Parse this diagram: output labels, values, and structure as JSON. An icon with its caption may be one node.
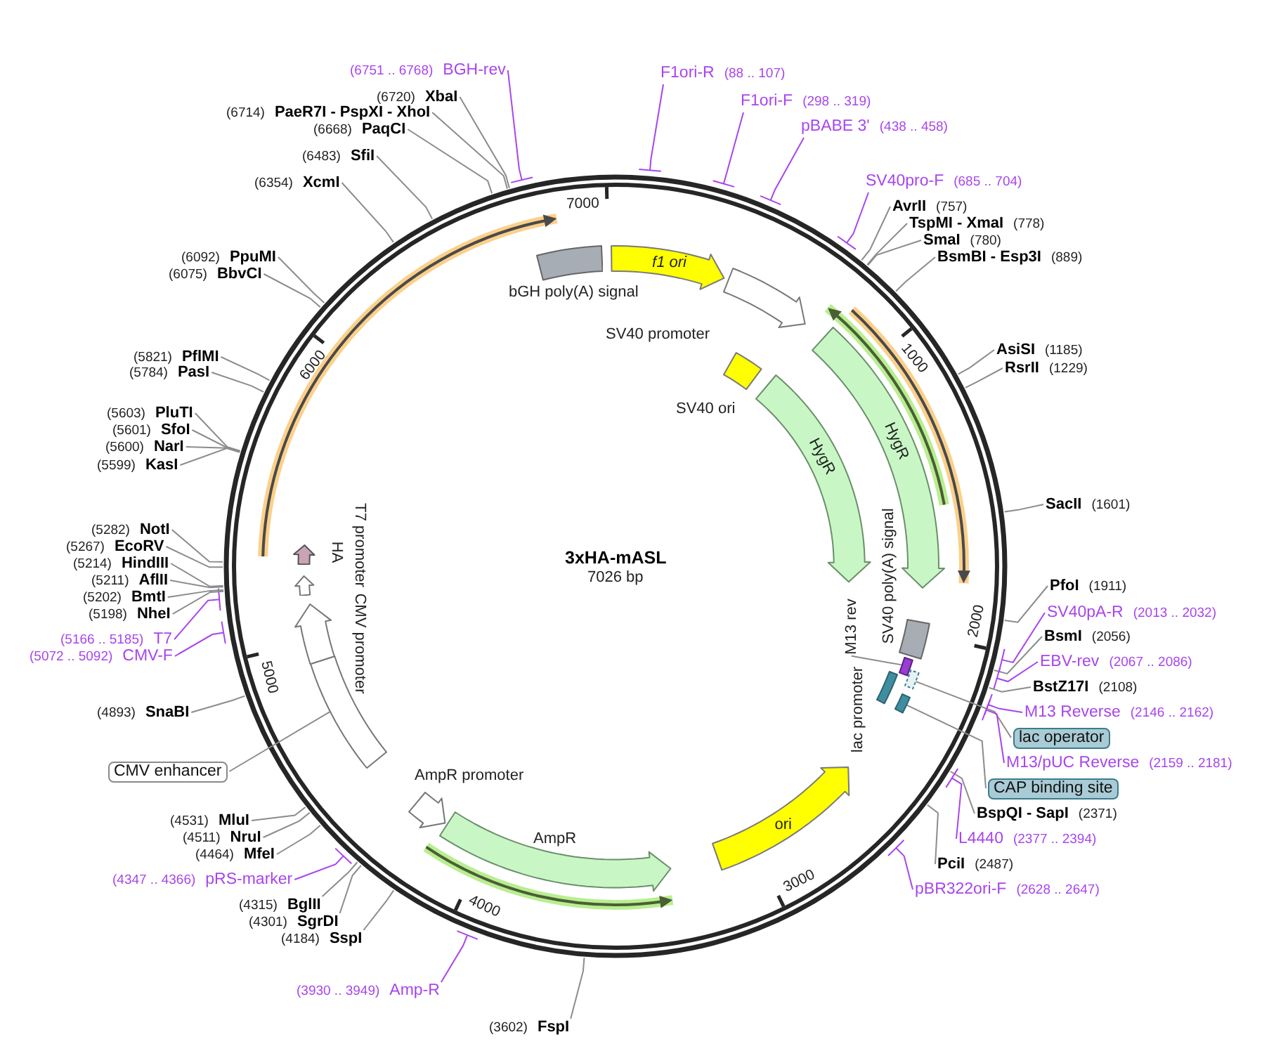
{
  "diagram": {
    "title": "3xHA-mASL",
    "nodes": [
      {
        "text": [
          "F1ori-R",
          "(88 .. 107)"
        ]
      },
      {
        "text": [
          "F1ori-F",
          "(298 .. 319)"
        ]
      },
      {
        "text": [
          "pBABE 3'",
          "(438 .. 458)"
        ]
      },
      {
        "text": [
          "SV40pro-F",
          "(685 .. 704)"
        ]
      },
      {
        "text": [
          "AvrII",
          "(757)"
        ]
      },
      {
        "text": [
          "TspMI - XmaI",
          "(778)"
        ]
      },
      {
        "text": [
          "SmaI",
          "(780)"
        ]
      },
      {
        "text": [
          "BsmBI - Esp3I",
          "(889)"
        ]
      },
      {
        "text": [
          "AsiSI",
          "(1185)"
        ]
      },
      {
        "text": [
          "RsrII",
          "(1229)"
        ]
      },
      {
        "text": [
          "SacII",
          "(1601)"
        ]
      },
      {
        "text": [
          "PfoI",
          "(1911)"
        ]
      },
      {
        "text": [
          "SV40pA-R",
          "(2013 .. 2032)"
        ]
      },
      {
        "text": [
          "BsmI",
          "(2056)"
        ]
      },
      {
        "text": [
          "EBV-rev",
          "(2067 .. 2086)"
        ]
      },
      {
        "text": [
          "BstZ17I",
          "(2108)"
        ]
      },
      {
        "text": [
          "M13 Reverse",
          "(2146 .. 2162)"
        ]
      },
      {
        "text": [
          "lac operator"
        ]
      },
      {
        "text": [
          "M13/pUC Reverse",
          "(2159 .. 2181)"
        ]
      },
      {
        "text": [
          "CAP binding site"
        ]
      },
      {
        "text": [
          "BspQI - SapI",
          "(2371)"
        ]
      },
      {
        "text": [
          "L4440",
          "(2377 .. 2394)"
        ]
      },
      {
        "text": [
          "PciI",
          "(2487)"
        ]
      },
      {
        "text": [
          "pBR322ori-F",
          "(2628 .. 2647)"
        ]
      },
      {
        "text": [
          "(3602)",
          "FspI"
        ]
      },
      {
        "text": [
          "(3930 .. 3949)",
          "Amp-R"
        ]
      },
      {
        "text": [
          "(4184)",
          "SspI"
        ]
      },
      {
        "text": [
          "(4301)",
          "SgrDI"
        ]
      },
      {
        "text": [
          "(4315)",
          "BglII"
        ]
      },
      {
        "text": [
          "(4347 .. 4366)",
          "pRS-marker"
        ]
      },
      {
        "text": [
          "(4464)",
          "MfeI"
        ]
      },
      {
        "text": [
          "(4511)",
          "NruI"
        ]
      },
      {
        "text": [
          "(4531)",
          "MluI"
        ]
      },
      {
        "text": [
          "CMV enhancer"
        ]
      },
      {
        "text": [
          "(4893)",
          "SnaBI"
        ]
      },
      {
        "text": [
          "(5072 .. 5092)",
          "CMV-F"
        ]
      },
      {
        "text": [
          "(5166 .. 5185)",
          "T7"
        ]
      },
      {
        "text": [
          "(5198)",
          "NheI"
        ]
      },
      {
        "text": [
          "(5202)",
          "BmtI"
        ]
      },
      {
        "text": [
          "(5211)",
          "AflII"
        ]
      },
      {
        "text": [
          "(5214)",
          "HindIII"
        ]
      },
      {
        "text": [
          "(5267)",
          "EcoRV"
        ]
      },
      {
        "text": [
          "(5282)",
          "NotI"
        ]
      },
      {
        "text": [
          "(5599)",
          "KasI"
        ]
      },
      {
        "text": [
          "(5600)",
          "NarI"
        ]
      },
      {
        "text": [
          "(5601)",
          "SfoI"
        ]
      },
      {
        "text": [
          "(5603)",
          "PluTI"
        ]
      },
      {
        "text": [
          "(5784)",
          "PasI"
        ]
      },
      {
        "text": [
          "(5821)",
          "PflMI"
        ]
      },
      {
        "text": [
          "(6075)",
          "BbvCI"
        ]
      },
      {
        "text": [
          "(6092)",
          "PpuMI"
        ]
      },
      {
        "text": [
          "(6354)",
          "XcmI"
        ]
      },
      {
        "text": [
          "(6483)",
          "SfiI"
        ]
      },
      {
        "text": [
          "(6668)",
          "PaqCI"
        ]
      },
      {
        "text": [
          "(6714)",
          "PaeR7I - PspXI - XhoI"
        ]
      },
      {
        "text": [
          "(6720)",
          "XbaI"
        ]
      },
      {
        "text": [
          "(6751 .. 6768)",
          "BGH-rev"
        ]
      },
      {
        "text": [
          "f1 ori"
        ]
      },
      {
        "text": [
          "SV40 promoter"
        ]
      },
      {
        "text": [
          "SV40 ori"
        ]
      },
      {
        "text": [
          "HygR"
        ]
      },
      {
        "text": [
          "HygR"
        ]
      },
      {
        "text": [
          "SV40 poly(A) signal"
        ]
      },
      {
        "text": [
          "M13 rev"
        ]
      },
      {
        "text": [],
        "shape": "box"
      },
      {
        "text": [],
        "shape": "box"
      },
      {
        "text": [
          "lac promoter"
        ]
      },
      {
        "text": [],
        "shape": "box"
      },
      {
        "text": [
          "ori"
        ]
      },
      {
        "text": [
          "AmpR"
        ]
      },
      {
        "text": [
          "AmpR promoter"
        ]
      },
      {
        "text": [],
        "shape": "box"
      },
      {
        "text": [
          "CMV promoter"
        ]
      },
      {
        "text": [
          "T7 promoter"
        ]
      },
      {
        "text": [
          "HA"
        ]
      },
      {
        "text": [
          "bGH poly(A) signal"
        ]
      }
    ],
    "edges": [
      {
        "from": 0,
        "to": null,
        "arrow": "none",
        "color": "#a845ec"
      },
      {
        "from": 1,
        "to": null,
        "arrow": "none",
        "color": "#a845ec"
      },
      {
        "from": 2,
        "to": null,
        "arrow": "none",
        "color": "#a845ec"
      },
      {
        "from": 3,
        "to": null,
        "arrow": "none",
        "color": "#a845ec"
      },
      {
        "from": 4,
        "to": null,
        "arrow": "none"
      },
      {
        "from": 5,
        "to": null,
        "arrow": "none"
      },
      {
        "from": 6,
        "to": null,
        "arrow": "none"
      },
      {
        "from": 7,
        "to": null,
        "arrow": "none"
      },
      {
        "from": 8,
        "to": null,
        "arrow": "none"
      },
      {
        "from": 9,
        "to": null,
        "arrow": "none"
      },
      {
        "from": 10,
        "to": null,
        "arrow": "none"
      },
      {
        "from": 11,
        "to": null,
        "arrow": "none"
      },
      {
        "from": 12,
        "to": null,
        "arrow": "none",
        "color": "#a845ec"
      },
      {
        "from": 13,
        "to": null,
        "arrow": "none"
      },
      {
        "from": 14,
        "to": null,
        "arrow": "none",
        "color": "#a845ec"
      },
      {
        "from": 15,
        "to": null,
        "arrow": "none"
      },
      {
        "from": 16,
        "to": null,
        "arrow": "none",
        "color": "#a845ec"
      },
      {
        "from": 17,
        "to": 65,
        "arrow": "none"
      },
      {
        "from": 18,
        "to": null,
        "arrow": "none",
        "color": "#a845ec"
      },
      {
        "from": 19,
        "to": 67,
        "arrow": "none"
      },
      {
        "from": 20,
        "to": null,
        "arrow": "none"
      },
      {
        "from": 21,
        "to": null,
        "arrow": "none",
        "color": "#a845ec"
      },
      {
        "from": 22,
        "to": null,
        "arrow": "none"
      },
      {
        "from": 23,
        "to": null,
        "arrow": "none",
        "color": "#a845ec"
      },
      {
        "from": 24,
        "to": null,
        "arrow": "none"
      },
      {
        "from": 25,
        "to": null,
        "arrow": "none",
        "color": "#a845ec"
      },
      {
        "from": 26,
        "to": null,
        "arrow": "none"
      },
      {
        "from": 27,
        "to": null,
        "arrow": "none"
      },
      {
        "from": 28,
        "to": null,
        "arrow": "none"
      },
      {
        "from": 29,
        "to": null,
        "arrow": "none",
        "color": "#a845ec"
      },
      {
        "from": 30,
        "to": null,
        "arrow": "none"
      },
      {
        "from": 31,
        "to": null,
        "arrow": "none"
      },
      {
        "from": 32,
        "to": null,
        "arrow": "none"
      },
      {
        "from": 33,
        "to": 71,
        "arrow": "none"
      },
      {
        "from": 34,
        "to": null,
        "arrow": "none"
      },
      {
        "from": 35,
        "to": null,
        "arrow": "none",
        "color": "#a845ec"
      },
      {
        "from": 36,
        "to": null,
        "arrow": "none",
        "color": "#a845ec"
      },
      {
        "from": 37,
        "to": null,
        "arrow": "none"
      },
      {
        "from": 38,
        "to": null,
        "arrow": "none"
      },
      {
        "from": 39,
        "to": null,
        "arrow": "none"
      },
      {
        "from": 40,
        "to": null,
        "arrow": "none"
      },
      {
        "from": 41,
        "to": null,
        "arrow": "none"
      },
      {
        "from": 42,
        "to": null,
        "arrow": "none"
      },
      {
        "from": 43,
        "to": null,
        "arrow": "none"
      },
      {
        "from": 44,
        "to": null,
        "arrow": "none"
      },
      {
        "from": 45,
        "to": null,
        "arrow": "none"
      },
      {
        "from": 46,
        "to": null,
        "arrow": "none"
      },
      {
        "from": 47,
        "to": null,
        "arrow": "none"
      },
      {
        "from": 48,
        "to": null,
        "arrow": "none"
      },
      {
        "from": 49,
        "to": null,
        "arrow": "none"
      },
      {
        "from": 50,
        "to": null,
        "arrow": "none"
      },
      {
        "from": 51,
        "to": null,
        "arrow": "none"
      },
      {
        "from": 52,
        "to": null,
        "arrow": "none"
      },
      {
        "from": 53,
        "to": null,
        "arrow": "none"
      },
      {
        "from": 54,
        "to": null,
        "arrow": "none"
      },
      {
        "from": 55,
        "to": null,
        "arrow": "none"
      },
      {
        "from": 56,
        "to": null,
        "arrow": "none",
        "color": "#a845ec"
      },
      {
        "from": 63,
        "to": 64,
        "arrow": "none"
      }
    ],
    "labels": [
      "7026 bp",
      "1000",
      "2000",
      "3000",
      "4000",
      "5000",
      "6000",
      "7000"
    ]
  }
}
